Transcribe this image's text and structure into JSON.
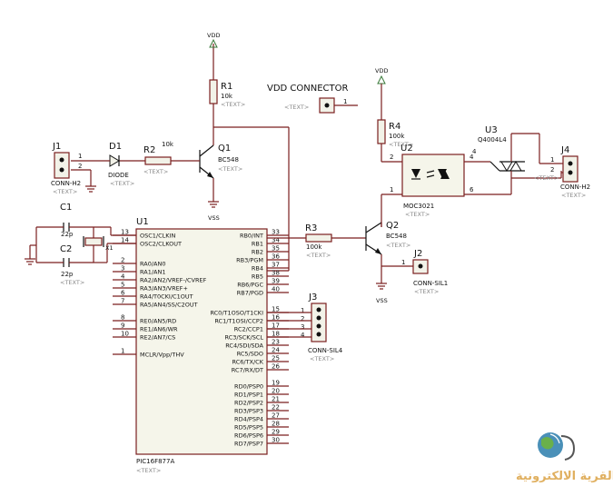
{
  "supply_labels": {
    "vdd": "VDD",
    "vss": "VSS"
  },
  "text_placeholder": "<TEXT>",
  "vdd_connector": {
    "label": "VDD CONNECTOR",
    "pin": "1"
  },
  "j1": {
    "ref": "J1",
    "type": "CONN-H2",
    "pins": [
      "1",
      "2"
    ]
  },
  "d1": {
    "ref": "D1",
    "type": "DIODE"
  },
  "r1": {
    "ref": "R1",
    "value": "10k"
  },
  "r2": {
    "ref": "R2",
    "value": "10k"
  },
  "r3": {
    "ref": "R3",
    "value": "100k"
  },
  "r4": {
    "ref": "R4",
    "value": "100k"
  },
  "q1": {
    "ref": "Q1",
    "type": "BC548"
  },
  "q2": {
    "ref": "Q2",
    "type": "BC548"
  },
  "c1": {
    "ref": "C1",
    "value": "22p"
  },
  "c2": {
    "ref": "C2",
    "value": "22p"
  },
  "x1": {
    "ref": "X1"
  },
  "u2": {
    "ref": "U2",
    "type": "MOC3021",
    "pins": [
      "2",
      "1",
      "4",
      "6"
    ]
  },
  "u3": {
    "ref": "U3",
    "type": "Q4004L4",
    "pin": "4"
  },
  "j4": {
    "ref": "J4",
    "type": "CONN-H2",
    "pins": [
      "1",
      "2"
    ]
  },
  "j2": {
    "ref": "J2",
    "type": "CONN-SIL1",
    "pin": "1"
  },
  "j3": {
    "ref": "J3",
    "type": "CONN-SIL4",
    "pins": [
      "1",
      "2",
      "3",
      "4"
    ]
  },
  "u1": {
    "ref": "U1",
    "type": "PIC16F877A",
    "left_pins": [
      {
        "num": "13",
        "name": "OSC1/CLKIN"
      },
      {
        "num": "14",
        "name": "OSC2/CLKOUT"
      },
      {
        "num": "2",
        "name": "RA0/AN0"
      },
      {
        "num": "3",
        "name": "RA1/AN1"
      },
      {
        "num": "4",
        "name": "RA2/AN2/VREF-/CVREF"
      },
      {
        "num": "5",
        "name": "RA3/AN3/VREF+"
      },
      {
        "num": "6",
        "name": "RA4/T0CKI/C1OUT"
      },
      {
        "num": "7",
        "name": "RA5/AN4/SS/C2OUT"
      },
      {
        "num": "8",
        "name": "RE0/AN5/RD"
      },
      {
        "num": "9",
        "name": "RE1/AN6/WR"
      },
      {
        "num": "10",
        "name": "RE2/AN7/CS"
      },
      {
        "num": "1",
        "name": "MCLR/Vpp/THV"
      }
    ],
    "right_pins": [
      {
        "num": "33",
        "name": "RB0/INT"
      },
      {
        "num": "34",
        "name": "RB1"
      },
      {
        "num": "35",
        "name": "RB2"
      },
      {
        "num": "36",
        "name": "RB3/PGM"
      },
      {
        "num": "37",
        "name": "RB4"
      },
      {
        "num": "38",
        "name": "RB5"
      },
      {
        "num": "39",
        "name": "RB6/PGC"
      },
      {
        "num": "40",
        "name": "RB7/PGD"
      },
      {
        "num": "15",
        "name": "RC0/T1OSO/T1CKI"
      },
      {
        "num": "16",
        "name": "RC1/T1OSI/CCP2"
      },
      {
        "num": "17",
        "name": "RC2/CCP1"
      },
      {
        "num": "18",
        "name": "RC3/SCK/SCL"
      },
      {
        "num": "23",
        "name": "RC4/SDI/SDA"
      },
      {
        "num": "24",
        "name": "RC5/SDO"
      },
      {
        "num": "25",
        "name": "RC6/TX/CK"
      },
      {
        "num": "26",
        "name": "RC7/RX/DT"
      },
      {
        "num": "19",
        "name": "RD0/PSP0"
      },
      {
        "num": "20",
        "name": "RD1/PSP1"
      },
      {
        "num": "21",
        "name": "RD2/PSP2"
      },
      {
        "num": "22",
        "name": "RD3/PSP3"
      },
      {
        "num": "27",
        "name": "RD4/PSP4"
      },
      {
        "num": "28",
        "name": "RD5/PSP5"
      },
      {
        "num": "29",
        "name": "RD6/PSP6"
      },
      {
        "num": "30",
        "name": "RD7/PSP7"
      }
    ]
  },
  "watermark": {
    "text": "القرية الالكترونية",
    "logo_icon": "globe-icon"
  }
}
